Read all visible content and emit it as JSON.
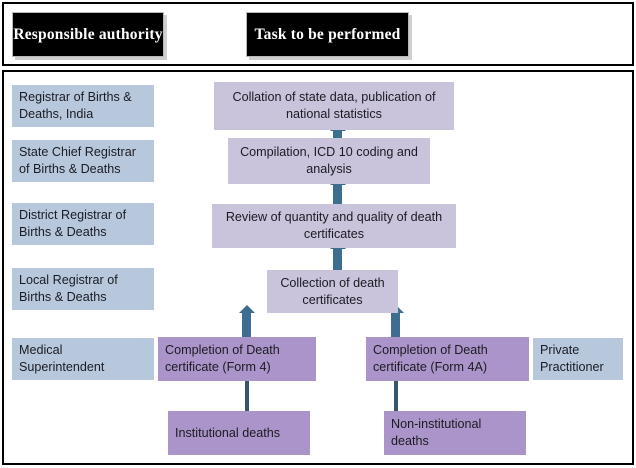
{
  "header": {
    "responsible_authority": "Responsible authority",
    "task_to_be_performed": "Task to be performed"
  },
  "colors": {
    "authority_box": "#b7c8dd",
    "task_box_light": "#c9c3dc",
    "task_box_dark": "#ab94c9",
    "arrow": "#3d6e8f",
    "frame": "#000000",
    "title_plate_bg": "#000000",
    "title_plate_text": "#ffffff"
  },
  "authority_column": [
    {
      "label": "Registrar of Births & Deaths, India"
    },
    {
      "label": "State Chief  Registrar of Births & Deaths"
    },
    {
      "label": "District Registrar of Births & Deaths"
    },
    {
      "label": "Local Registrar of Births & Deaths"
    },
    {
      "label": "Medical Superintendent"
    }
  ],
  "right_column": [
    {
      "label": "Private Practitioner"
    }
  ],
  "task_flow": [
    {
      "label": "Collation of state data, publication of national statistics"
    },
    {
      "label": "Compilation, ICD 10 coding and analysis"
    },
    {
      "label": "Review of quantity and quality of death certificates"
    },
    {
      "label": "Collection of death certificates"
    },
    {
      "label": "Completion of Death certificate (Form 4)"
    },
    {
      "label": "Completion of Death certificate (Form 4A)"
    },
    {
      "label": "Institutional deaths"
    },
    {
      "label": "Non-institutional deaths"
    }
  ]
}
